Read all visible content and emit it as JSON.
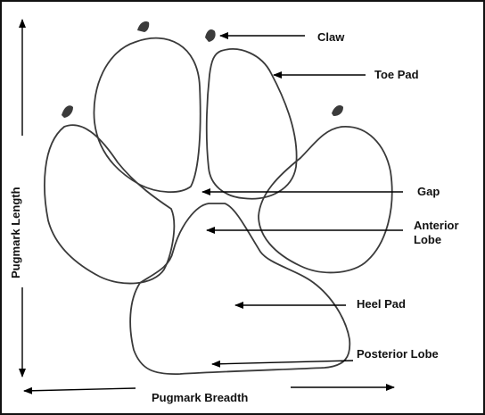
{
  "labels": {
    "claw": "Claw",
    "toe_pad": "Toe Pad",
    "gap": "Gap",
    "anterior_lobe": "Anterior Lobe",
    "heel_pad": "Heel Pad",
    "posterior_lobe": "Posterior  Lobe",
    "pugmark_length": "Pugmark Length",
    "pugmark_breadth": "Pugmark Breadth"
  },
  "colors": {
    "outline": "#3a3a3a",
    "claw": "#3b3b3b",
    "arrow": "#000000",
    "text": "#111111",
    "border": "#111111"
  }
}
